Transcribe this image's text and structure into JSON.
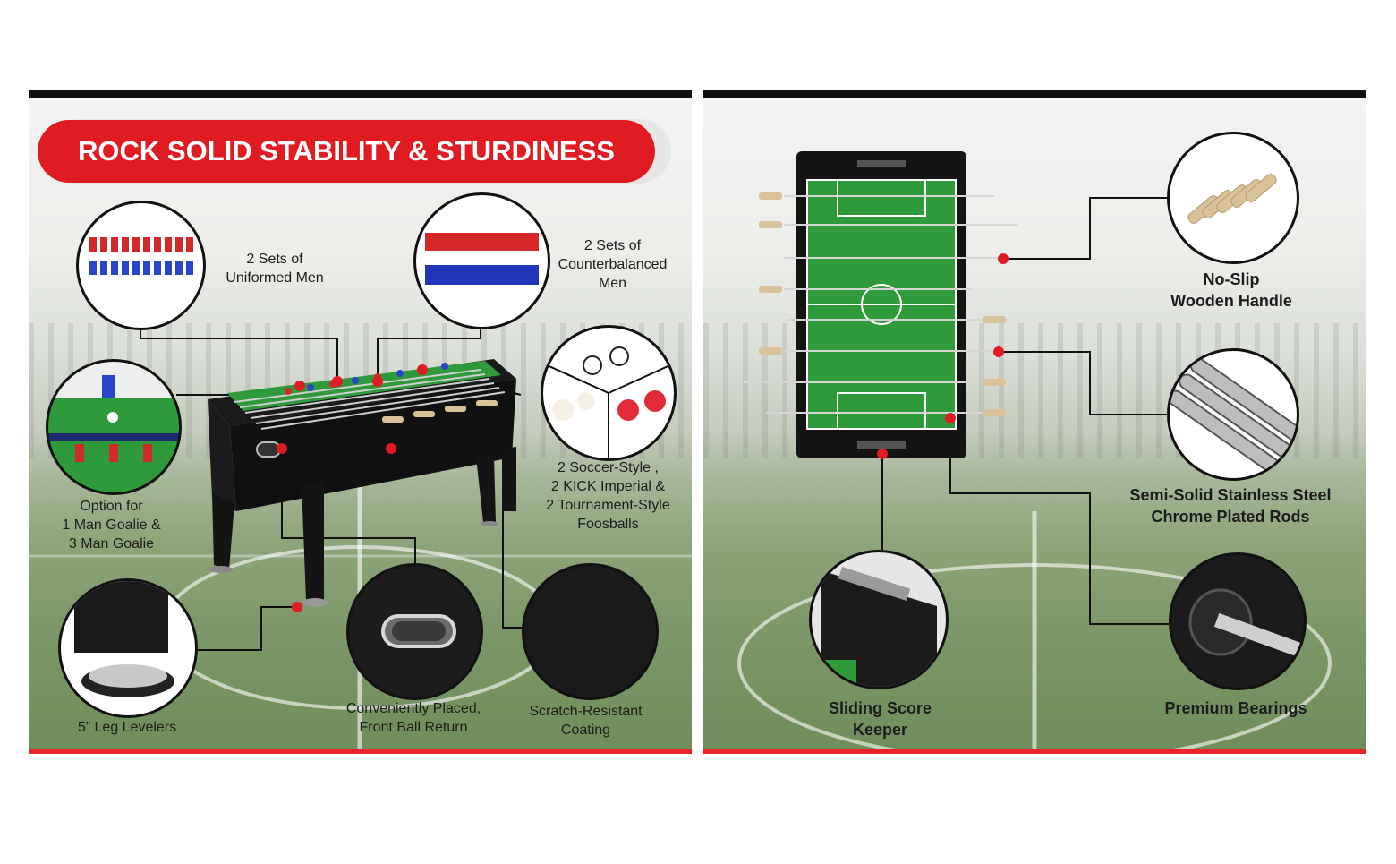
{
  "left_panel": {
    "title": "ROCK SOLID STABILITY & STURDINESS",
    "labels": {
      "uniformed_men": [
        "2 Sets of",
        "Uniformed Men"
      ],
      "counterbalanced_men": [
        "2 Sets of",
        "Counterbalanced",
        "Men"
      ],
      "goalie_option": [
        "Option for",
        "1 Man Goalie &",
        "3 Man Goalie"
      ],
      "foosballs": [
        "2 Soccer-Style ,",
        "2 KICK Imperial &",
        "2 Tournament-Style",
        "Foosballs"
      ],
      "leg_levelers": "5” Leg Levelers",
      "ball_return": [
        "Conveniently Placed,",
        "Front Ball Return"
      ],
      "coating": [
        "Scratch-Resistant",
        "Coating"
      ]
    }
  },
  "right_panel": {
    "labels": {
      "wooden_handle": [
        "No-Slip",
        "Wooden Handle"
      ],
      "rods": [
        "Semi-Solid Stainless Steel",
        "Chrome Plated Rods"
      ],
      "score_keeper": [
        "Sliding Score",
        "Keeper"
      ],
      "bearings": "Premium Bearings"
    }
  },
  "colors": {
    "accent_red": "#e11b22",
    "bar_black": "#111111",
    "field_green": "#2e9a3a"
  }
}
